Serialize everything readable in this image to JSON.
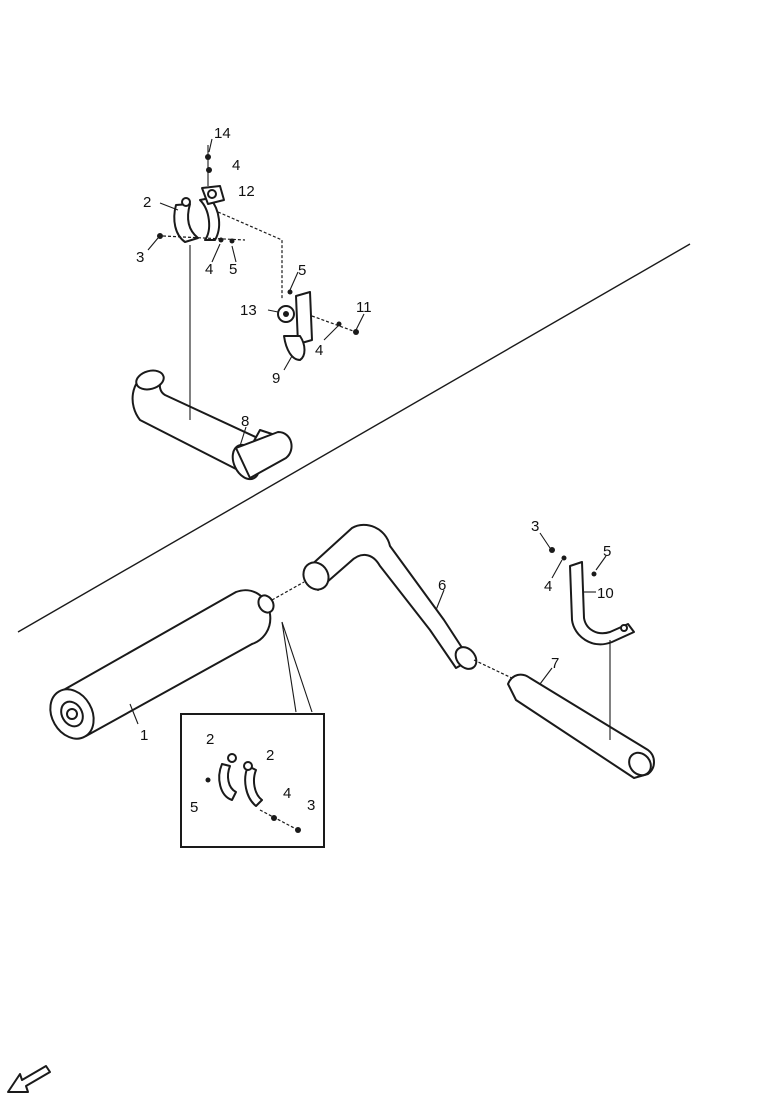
{
  "callouts": {
    "c1": "1",
    "c2a": "2",
    "c2b": "2",
    "c2c": "2",
    "c3a": "3",
    "c3b": "3",
    "c3c": "3",
    "c4a": "4",
    "c4b": "4",
    "c4c": "4",
    "c4d": "4",
    "c4e": "4",
    "c5a": "5",
    "c5b": "5",
    "c5c": "5",
    "c5d": "5",
    "c6": "6",
    "c7": "7",
    "c8": "8",
    "c9": "9",
    "c10": "10",
    "c11": "11",
    "c12": "12",
    "c13": "13",
    "c14": "14"
  },
  "icons": {
    "front_direction": "arrow-left-down-icon"
  }
}
